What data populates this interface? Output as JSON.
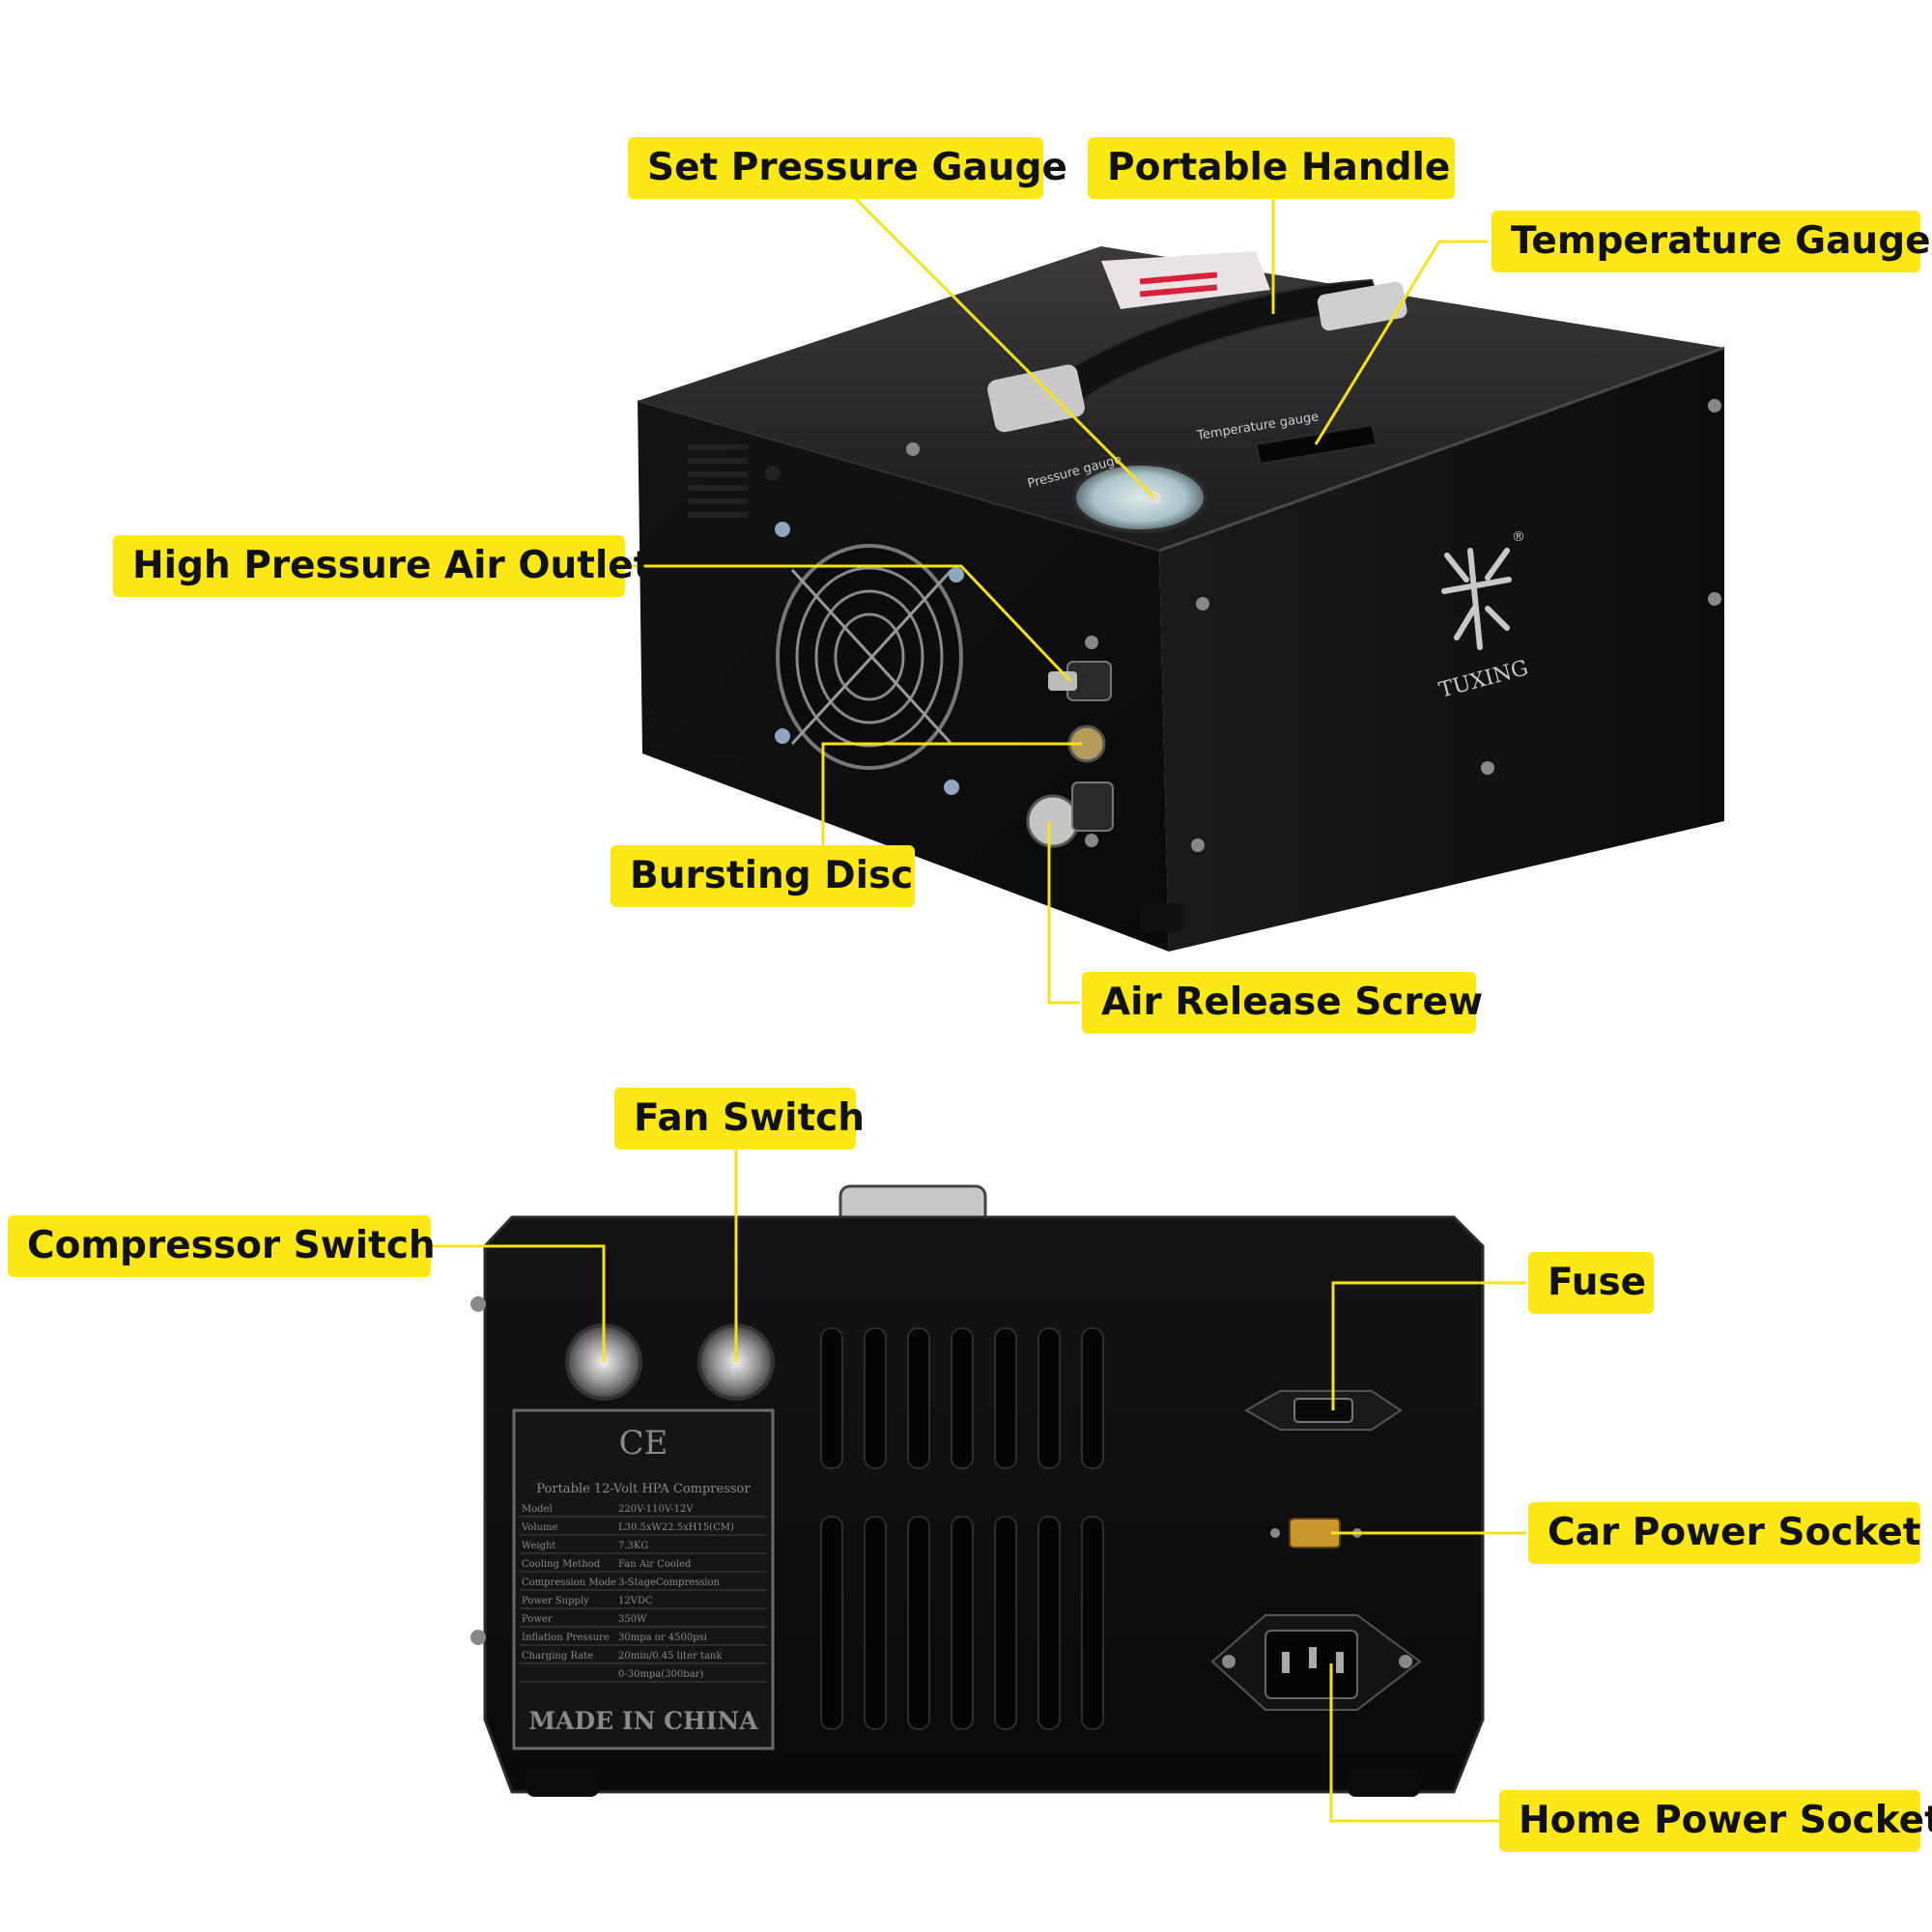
{
  "callouts": {
    "set_pressure_gauge": "Set Pressure Gauge",
    "portable_handle": "Portable Handle",
    "temperature_gauge": "Temperature Gauge",
    "high_pressure_air_outlet": "High Pressure Air Outlet",
    "bursting_disc": "Bursting Disc",
    "air_release_screw": "Air Release Screw",
    "fan_switch": "Fan Switch",
    "compressor_switch": "Compressor Switch",
    "fuse": "Fuse",
    "car_power_socket": "Car Power Socket",
    "home_power_socket": "Home Power Socket"
  },
  "device_front": {
    "brand": "TUXING",
    "registered": "®",
    "pressure_label": "Pressure gauge",
    "temperature_label": "Temperature gauge"
  },
  "nameplate": {
    "ce": "CE",
    "title": "Portable 12-Volt HPA Compressor",
    "rows": [
      {
        "k": "Model",
        "v": "220V-110V-12V"
      },
      {
        "k": "Volume",
        "v": "L30.5xW22.5xH15(CM)"
      },
      {
        "k": "Weight",
        "v": "7.3KG"
      },
      {
        "k": "Cooling Method",
        "v": "Fan Air Cooled"
      },
      {
        "k": "Compression Mode",
        "v": "3-StageCompression"
      },
      {
        "k": "Power Supply",
        "v": "12VDC"
      },
      {
        "k": "Power",
        "v": "350W"
      },
      {
        "k": "Inflation Pressure",
        "v": "30mpa or 4500psi"
      },
      {
        "k": "Charging Rate",
        "v": "20min/0.45 liter tank"
      },
      {
        "k": "",
        "v": "0-30mpa(300bar)"
      }
    ],
    "footer": "MADE IN CHINA"
  },
  "colors": {
    "callout": "#fbe816",
    "leader": "#f5e21c",
    "body": "#111111"
  }
}
